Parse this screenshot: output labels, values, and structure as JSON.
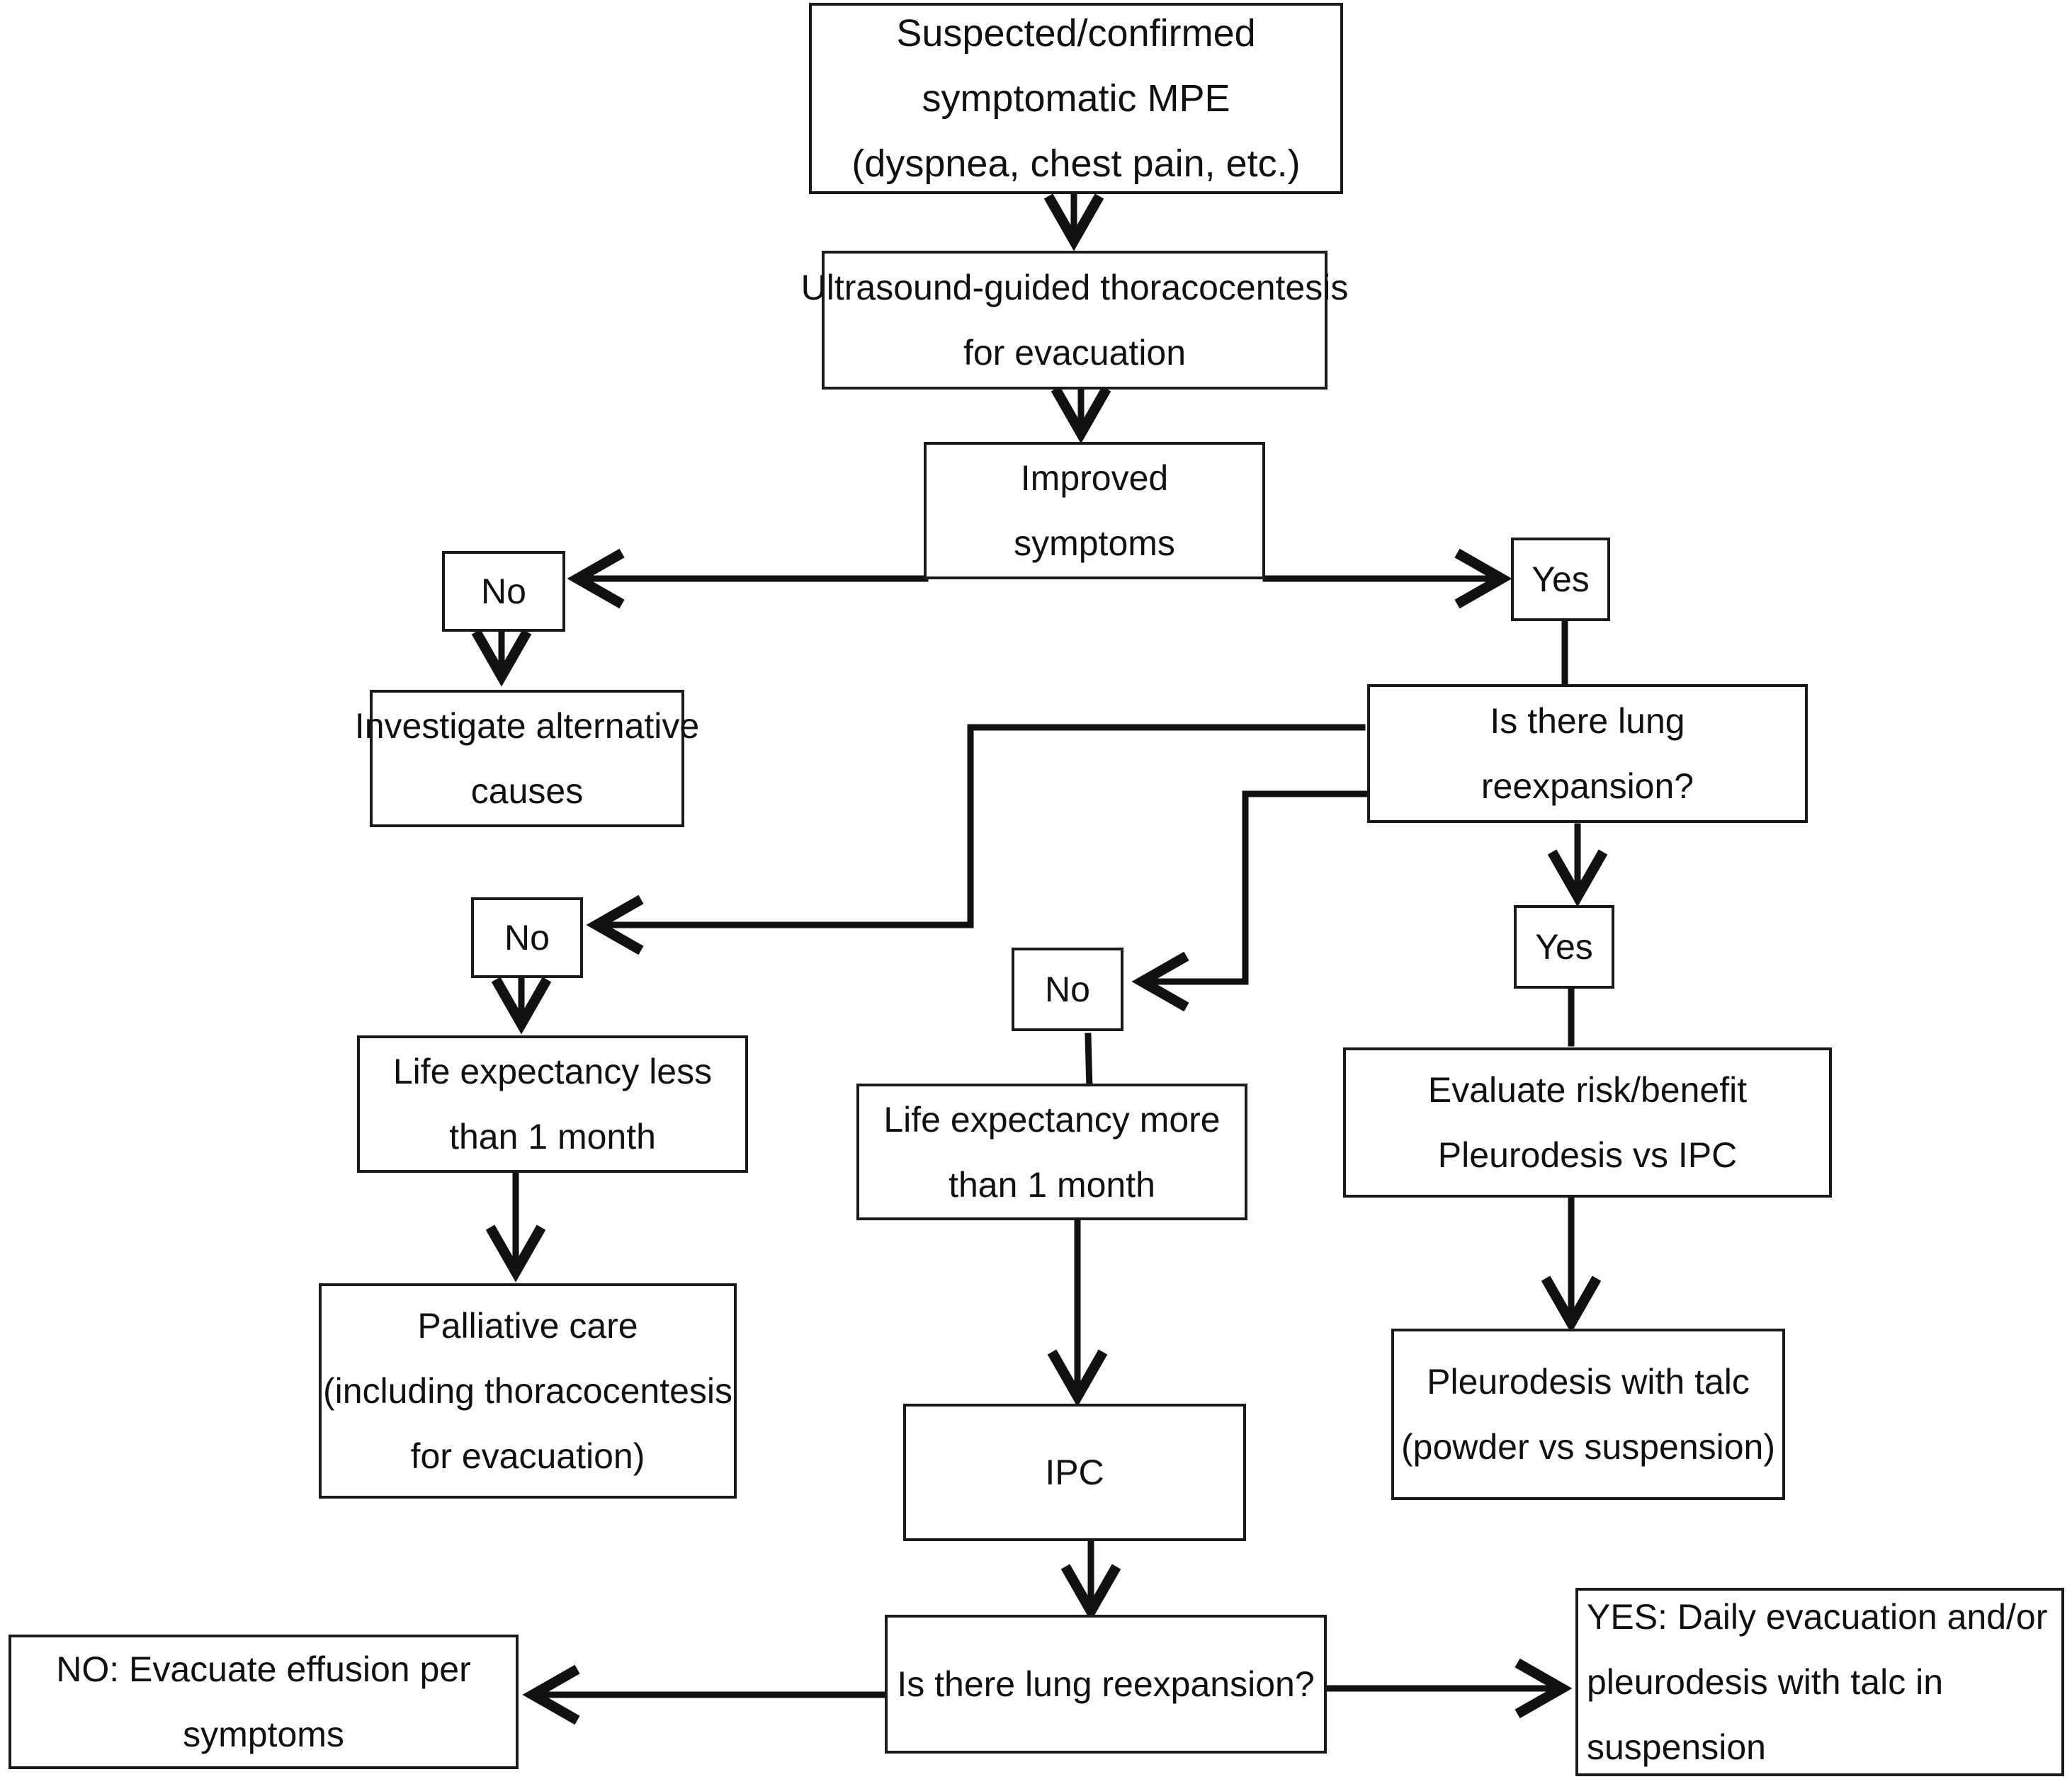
{
  "nodes": {
    "start": "Suspected/confirmed\nsymptomatic MPE\n(dyspnea, chest pain, etc.)",
    "thoracocentesis": "Ultrasound-guided thoracocentesis\nfor evacuation",
    "improved": "Improved\nsymptoms",
    "no_improved": "No",
    "yes_improved": "Yes",
    "investigate": "Investigate alternative\ncauses",
    "reexpansion_1": "Is there lung\nreexpansion?",
    "no_reexp_a": "No",
    "no_reexp_b": "No",
    "yes_reexp": "Yes",
    "life_less": "Life expectancy less\nthan 1 month",
    "life_more": "Life expectancy more\nthan 1 month",
    "evaluate": "Evaluate risk/benefit\nPleurodesis vs IPC",
    "palliative": "Palliative care\n(including thoracocentesis\nfor evacuation)",
    "ipc": "IPC",
    "pleurodesis": "Pleurodesis with talc\n(powder vs suspension)",
    "reexpansion_2": "Is there lung reexpansion?",
    "no_evacuate": "NO: Evacuate effusion per\nsymptoms",
    "yes_daily": "YES: Daily evacuation and/or\npleurodesis with talc in\nsuspension"
  },
  "colors": {
    "line": "#111111",
    "border": "#1a1a1a",
    "text": "#111111",
    "background": "#ffffff"
  }
}
